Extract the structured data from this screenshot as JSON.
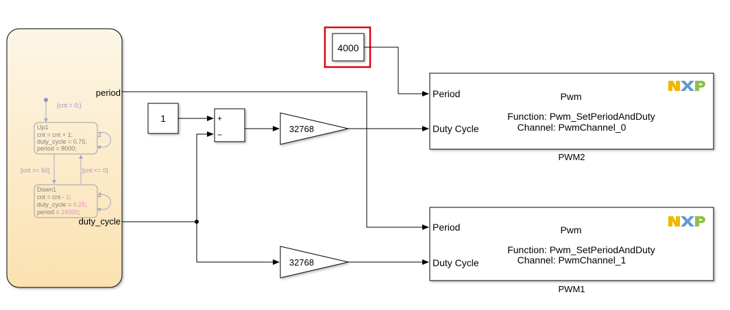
{
  "chart": {
    "ports": {
      "period": "period",
      "duty_cycle": "duty_cycle"
    },
    "default_transition": "{cnt = 0;}",
    "states": [
      {
        "name": "Up1",
        "lines": [
          "cnt = cnt + 1;",
          "duty_cycle = 0.75;",
          "period = 8000;"
        ],
        "self_priority": "2"
      },
      {
        "name": "Down1",
        "lines_parts": [
          [
            "cnt = cnt - ",
            "1",
            ";"
          ],
          [
            "duty_cycle = ",
            "0.25",
            ";"
          ],
          [
            "period = ",
            "16000",
            ";"
          ]
        ],
        "self_priority": "2"
      }
    ],
    "transitions": {
      "up_to_down": "[cnt >= 50]",
      "down_to_up": "[cnt <= 0]"
    }
  },
  "blocks": {
    "const_4000": "4000",
    "const_1": "1",
    "sum_signs": [
      "+",
      "−"
    ],
    "gain_top": "32768",
    "gain_bottom": "32768"
  },
  "pwm_blocks": [
    {
      "name": "PWM2",
      "title": "Pwm",
      "function": "Function: Pwm_SetPeriodAndDuty",
      "channel": "Channel: PwmChannel_0",
      "ports": [
        "Period",
        "Duty Cycle"
      ]
    },
    {
      "name": "PWM1",
      "title": "Pwm",
      "function": "Function: Pwm_SetPeriodAndDuty",
      "channel": "Channel: PwmChannel_1",
      "ports": [
        "Period",
        "Duty Cycle"
      ]
    }
  ],
  "colors": {
    "chart_gradient_top": "#fdf6e6",
    "chart_gradient_bottom": "#fbe1b0",
    "selection": "#e0000f",
    "nxp_n": "#f2b600",
    "nxp_x": "#5f9ad3",
    "nxp_p": "#8cc04a"
  }
}
